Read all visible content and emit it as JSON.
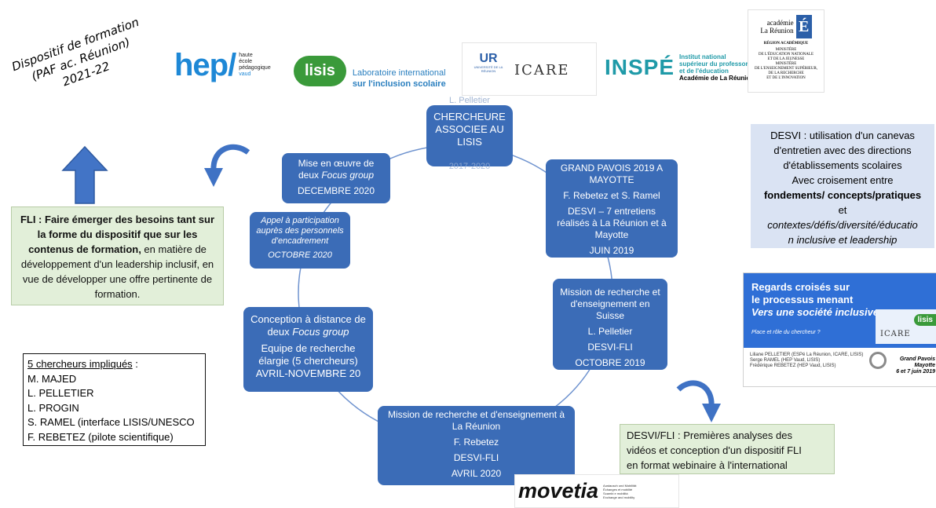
{
  "title_rotated": [
    "Dispositif de formation",
    "(PAF ac. Réunion)",
    "2021-22"
  ],
  "logos": {
    "hep": {
      "mark": "hep/",
      "lines": [
        "haute",
        "école",
        "pédagogique",
        "vaud"
      ]
    },
    "lisis": {
      "mark": "lisis",
      "line1": "Laboratoire international",
      "line2": "sur l'inclusion scolaire"
    },
    "ur": {
      "mark": "UR",
      "line": "UNIVERSITÉ DE LA RÉUNION"
    },
    "icare": {
      "mark": "ICARE"
    },
    "inspe": {
      "mark": "INSPÉ",
      "lines": [
        "Institut national",
        "supérieur du professorat",
        "et de l'éducation",
        "Académie de La Réunion"
      ]
    },
    "academie": {
      "line1": "académie",
      "line2": "La Réunion",
      "line3": "RÉGION ACADÉMIQUE",
      "ministry": [
        "MINISTÈRE",
        "DE L'ÉDUCATION NATIONALE",
        "ET DE LA JEUNESSE",
        "MINISTÈRE",
        "DE L'ENSEIGNEMENT SUPÉRIEUR,",
        "DE LA RECHERCHE",
        "ET DE L'INNOVATION"
      ]
    },
    "movetia": {
      "mark": "movetia",
      "lines": [
        "Austausch und Mobilität",
        "Échanges et mobilité",
        "Scambi e mobilità",
        "Exchange and mobility"
      ]
    }
  },
  "center": {
    "overlay_top": "L. Pelletier",
    "lines": [
      "CHERCHEURE",
      "ASSOCIEE AU",
      "LISIS"
    ],
    "overlay_bottom": "2017-2020"
  },
  "nodes": {
    "grand_pavois": {
      "title": "GRAND PAVOIS 2019 A MAYOTTE",
      "people": "F. Rebetez et S. Ramel",
      "desc": "DESVI – 7 entretiens réalisés à La Réunion et à Mayotte",
      "date": "JUIN 2019"
    },
    "suisse": {
      "title": "Mission de recherche et d'enseignement en Suisse",
      "people": "L. Pelletier",
      "project": "DESVI-FLI",
      "date": "OCTOBRE 2019"
    },
    "reunion": {
      "title": "Mission de recherche et d'enseignement à La Réunion",
      "people": "F. Rebetez",
      "project": "DESVI-FLI",
      "date": "AVRIL 2020"
    },
    "conception": {
      "title_a": "Conception à distance de deux ",
      "title_b": "Focus group",
      "desc": "Equipe de recherche élargie (5 chercheurs)",
      "date": "AVRIL-NOVEMBRE 20"
    },
    "appel": {
      "title": "Appel à participation auprès des personnels d'encadrement",
      "date": "OCTOBRE  2020"
    },
    "focus": {
      "title_a": "Mise en œuvre de deux ",
      "title_b": "Focus group",
      "date": "DECEMBRE 2020"
    }
  },
  "fli_box": {
    "bold": "FLI : Faire émerger des besoins tant sur la forme du dispositif que sur les contenus de formation,",
    "rest": " en matière de développement d'un leadership inclusif, en vue de développer une offre pertinente de formation."
  },
  "desvi_box": {
    "l1": "DESVI : utilisation d'un canevas",
    "l2": "d'entretien avec des directions",
    "l3": "d'établissements scolaires",
    "l4": "Avec croisement entre",
    "l5": "fondements/ concepts/pratiques",
    "l6": "et",
    "l7": "contextes/défis/diversité/éducatio",
    "l8": "n inclusive et leadership"
  },
  "desvi_fli_box": {
    "l1": "DESVI/FLI : Premières analyses des",
    "l2": "vidéos et conception d'un dispositif FLI",
    "l3": "en format webinaire à l'international"
  },
  "chercheurs": {
    "heading": "5 chercheurs impliqués",
    "colon": " :",
    "names": [
      "M. MAJED",
      "L. PELLETIER",
      "L. PROGIN",
      "S. RAMEL (interface LISIS/UNESCO",
      "F. REBETEZ (pilote scientifique)"
    ]
  },
  "slide": {
    "title1": "Regards croisés sur",
    "title2": "le processus menant",
    "title3": "Vers une société inclusive",
    "sub": "Place et rôle du chercheur ?",
    "badge": "lisis",
    "badge2": "ICARE",
    "author1": "Liliane PELLETIER (ESPé La Réunion, ICARE, LISIS)",
    "author2": "Serge RAMEL (HEP Vaud, LISIS)",
    "author3": "Frédérique REBETEZ (HEP Vaud, LISIS)",
    "event1": "Grand Pavois",
    "event2": "Mayotte",
    "event3": "6 et 7 juin 2019"
  },
  "colors": {
    "node": "#3b6cb7",
    "green": "#e2efd9",
    "blue_light": "#dae3f3",
    "arrow": "#3f72c4",
    "hep": "#1e88d6",
    "lisis": "#3a9a3a"
  }
}
